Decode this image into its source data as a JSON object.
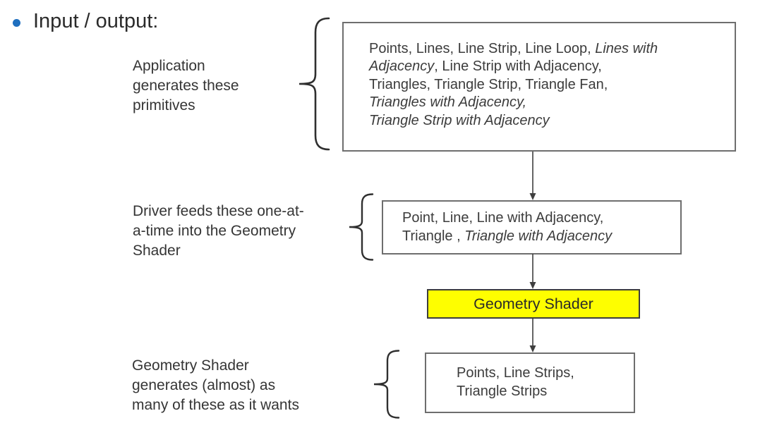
{
  "title": {
    "text": "Input / output:"
  },
  "labels": [
    {
      "lines": [
        "Application",
        "generates these",
        "primitives"
      ]
    },
    {
      "lines": [
        "Driver feeds these one-at-",
        "a-time into the Geometry",
        "Shader"
      ]
    },
    {
      "lines": [
        "Geometry Shader",
        "generates (almost) as",
        "many of these as it wants"
      ]
    }
  ],
  "boxes": {
    "app_primitives": {
      "lines": [
        [
          {
            "t": "Points, Lines, Line Strip, Line Loop, "
          },
          {
            "t": "Lines with",
            "i": true
          }
        ],
        [
          {
            "t": "Adjacency",
            "i": true
          },
          {
            "t": ", Line Strip with Adjacency,"
          }
        ],
        [
          {
            "t": "Triangles, Triangle Strip, Triangle Fan,"
          }
        ],
        [
          {
            "t": "Triangles with Adjacency,",
            "i": true
          }
        ],
        [
          {
            "t": "Triangle Strip with Adjacency",
            "i": true
          }
        ]
      ]
    },
    "driver_primitives": {
      "lines": [
        [
          {
            "t": "Point, Line, Line with Adjacency,"
          }
        ],
        [
          {
            "t": "Triangle , "
          },
          {
            "t": "Triangle with Adjacency",
            "i": true
          }
        ]
      ]
    },
    "geometry_shader": {
      "label": "Geometry Shader",
      "fill": "#fefe00",
      "border": "#3d3d3d"
    },
    "shader_output": {
      "lines": [
        [
          {
            "t": "Points, Line Strips,"
          }
        ],
        [
          {
            "t": "Triangle Strips"
          }
        ]
      ]
    }
  },
  "colors": {
    "bullet": "#1f6fbf",
    "text": "#3a3a3a",
    "box_border": "#6e6e6e",
    "arrow": "#3f3f3f",
    "brace": "#2f2f2f"
  }
}
